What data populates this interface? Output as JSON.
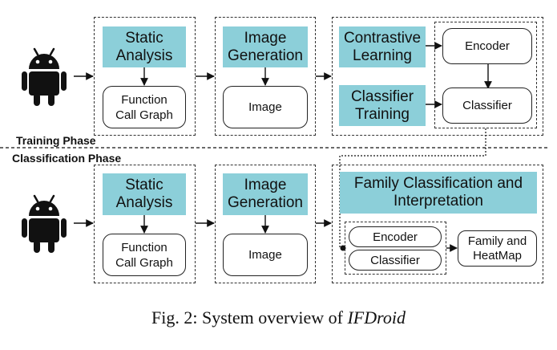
{
  "phases": {
    "training": "Training Phase",
    "classification": "Classification Phase"
  },
  "training": {
    "static_analysis": [
      "Static",
      "Analysis"
    ],
    "call_graph": [
      "Function",
      "Call Graph"
    ],
    "image_generation": [
      "Image",
      "Generation"
    ],
    "image": "Image",
    "contrastive_learning": [
      "Contrastive",
      "Learning"
    ],
    "classifier_training": [
      "Classifier",
      "Training"
    ],
    "encoder": "Encoder",
    "classifier": "Classifier"
  },
  "classification": {
    "static_analysis": [
      "Static",
      "Analysis"
    ],
    "call_graph": [
      "Function",
      "Call Graph"
    ],
    "image_generation": [
      "Image",
      "Generation"
    ],
    "image": "Image",
    "family_classification": [
      "Family Classification and",
      "Interpretation"
    ],
    "encoder": "Encoder",
    "classifier": "Classifier",
    "output": [
      "Family and",
      "HeatMap"
    ]
  },
  "caption": {
    "prefix": "Fig. 2: System overview of ",
    "name": "IFDroid"
  },
  "colors": {
    "teal_box": "#8ccfd9",
    "android_icon": "#111111"
  },
  "icons": [
    "android-icon",
    "android-icon"
  ]
}
